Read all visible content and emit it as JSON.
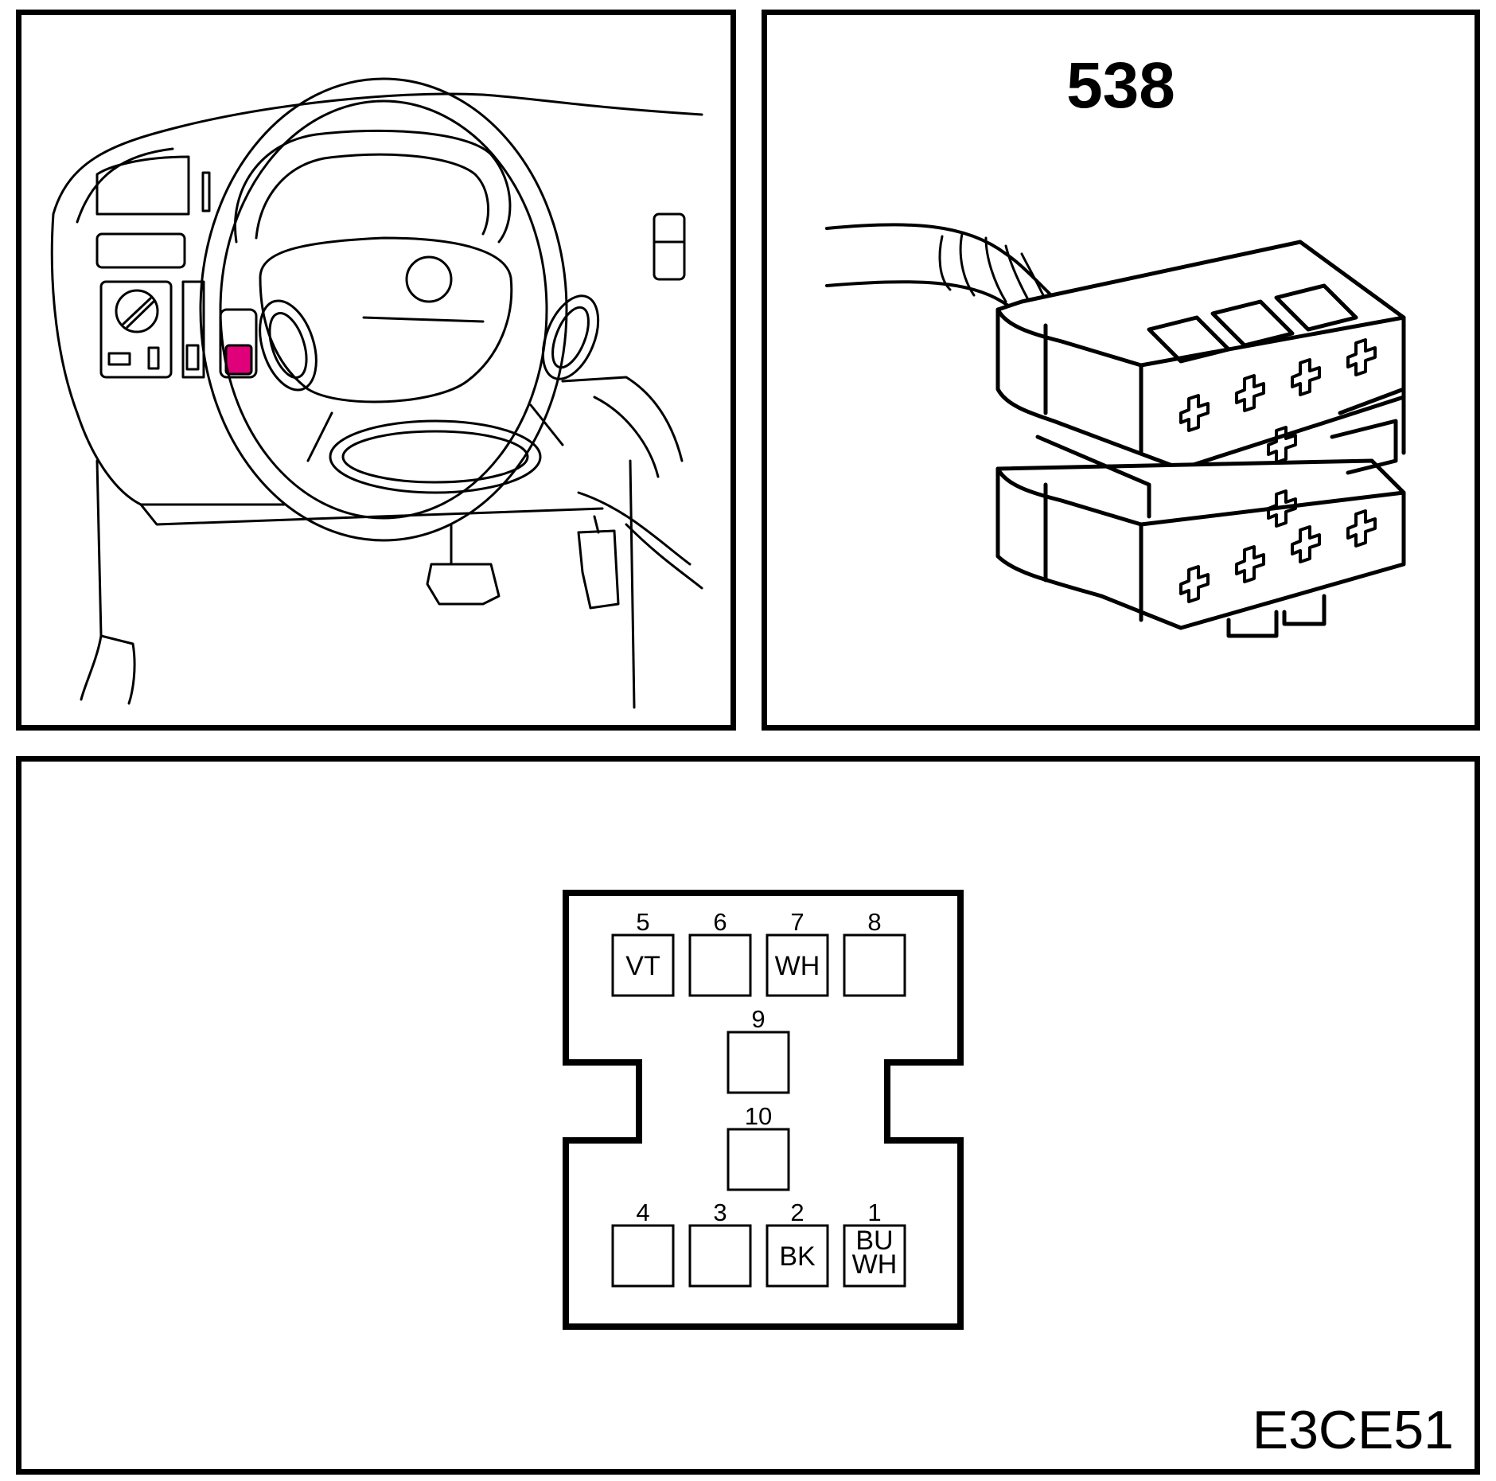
{
  "connector": {
    "number": "538"
  },
  "figure": {
    "code": "E3CE51"
  },
  "colors": {
    "highlight": "#e0007a",
    "line": "#000000"
  },
  "pinout": {
    "pins": [
      {
        "num": "5",
        "wire": [
          "VT"
        ]
      },
      {
        "num": "6",
        "wire": []
      },
      {
        "num": "7",
        "wire": [
          "WH"
        ]
      },
      {
        "num": "8",
        "wire": []
      },
      {
        "num": "9",
        "wire": []
      },
      {
        "num": "10",
        "wire": []
      },
      {
        "num": "4",
        "wire": []
      },
      {
        "num": "3",
        "wire": []
      },
      {
        "num": "2",
        "wire": [
          "BK"
        ]
      },
      {
        "num": "1",
        "wire": [
          "BU",
          "WH"
        ]
      }
    ]
  }
}
